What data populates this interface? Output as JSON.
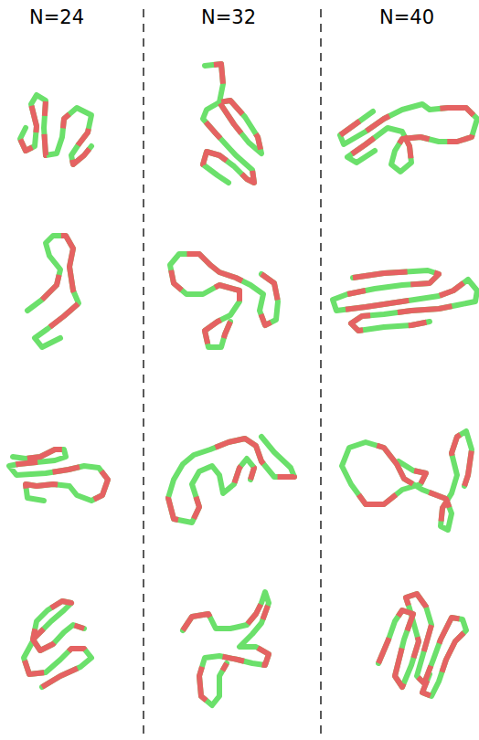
{
  "diagram": {
    "labels": [
      "N=24",
      "N=32",
      "N=40"
    ]
  }
}
